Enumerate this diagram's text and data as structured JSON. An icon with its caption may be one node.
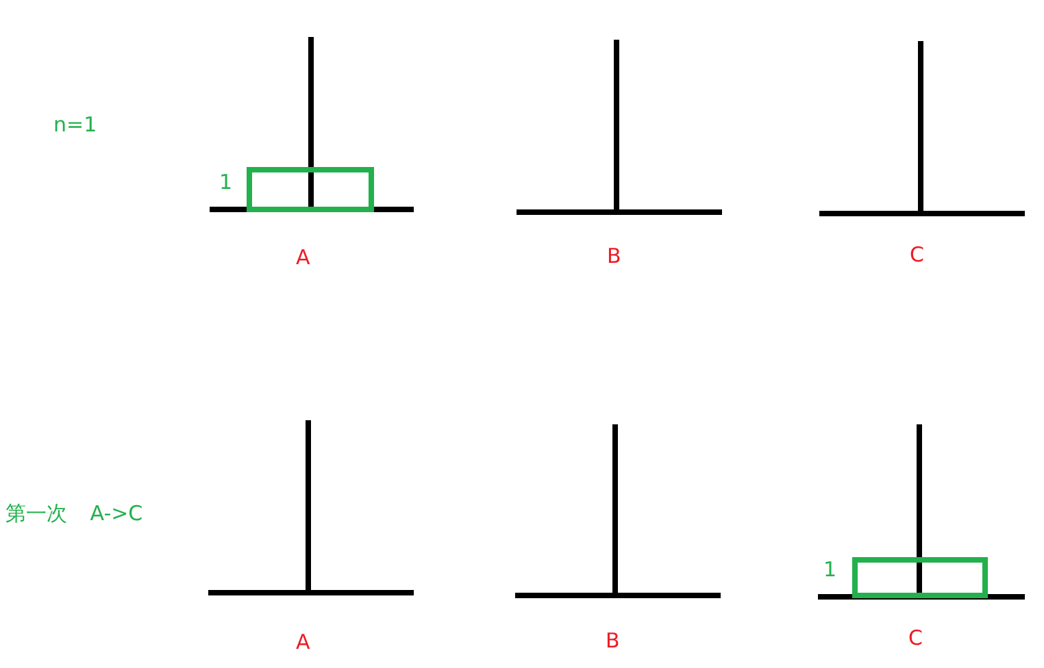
{
  "diagram": {
    "nodes": [
      {
        "text": [],
        "shape": "box",
        "beside": [
          "1"
        ]
      },
      {
        "text": [],
        "shape": "box",
        "beside": [
          "1"
        ]
      }
    ],
    "labels": [
      "n=1",
      "A",
      "B",
      "C",
      "第一次 A->C",
      "A",
      "B",
      "C"
    ]
  }
}
